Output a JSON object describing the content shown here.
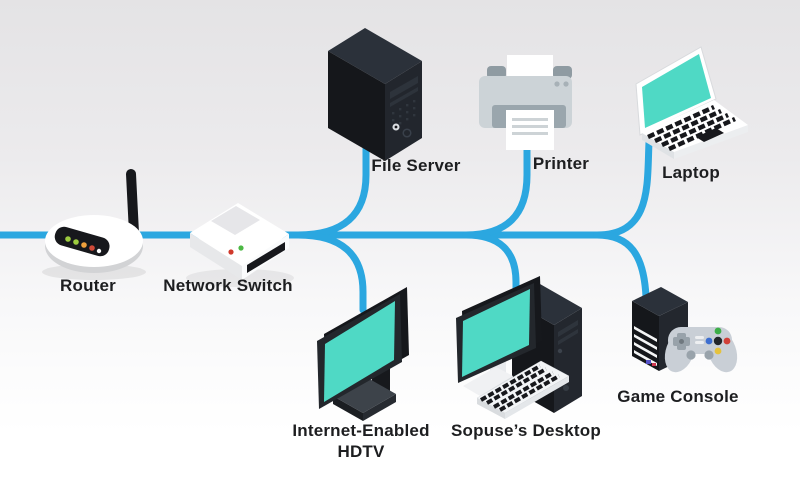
{
  "colors": {
    "cable": "#2ba7e0",
    "screen": "#4fd9c5",
    "label": "#1d1e20",
    "bg_top": "#e4e3e5",
    "bg_bottom": "#ffffff"
  },
  "nodes": {
    "router": {
      "label": "Router"
    },
    "network_switch": {
      "label": "Network Switch"
    },
    "file_server": {
      "label": "File Server"
    },
    "printer": {
      "label": "Printer"
    },
    "laptop": {
      "label": "Laptop"
    },
    "hdtv": {
      "label_line1": "Internet-Enabled",
      "label_line2": "HDTV"
    },
    "desktop": {
      "label": "Sopuse’s Desktop"
    },
    "game_console": {
      "label": "Game Console"
    }
  },
  "connections": [
    {
      "from": "internet-left-edge",
      "to": "router"
    },
    {
      "from": "router",
      "to": "network_switch"
    },
    {
      "from": "network_switch",
      "to": "file_server"
    },
    {
      "from": "network_switch",
      "to": "hdtv"
    },
    {
      "from": "network_switch",
      "to": "printer"
    },
    {
      "from": "network_switch",
      "to": "desktop"
    },
    {
      "from": "network_switch",
      "to": "laptop"
    },
    {
      "from": "network_switch",
      "to": "game_console"
    }
  ]
}
